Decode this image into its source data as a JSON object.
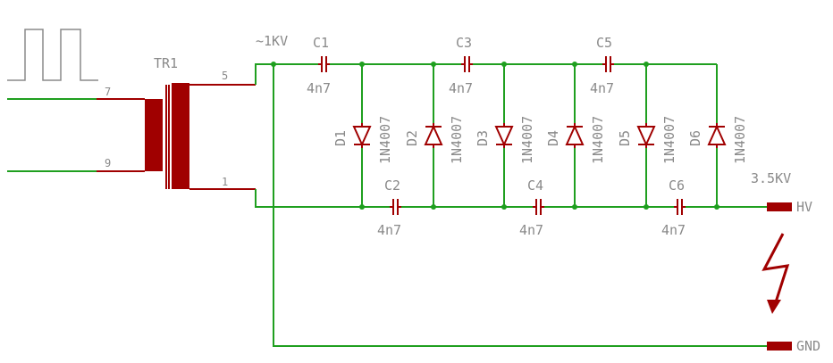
{
  "colors": {
    "wire": "#1f9f1f",
    "part": "#a00000",
    "junction": "#1f9f1f",
    "text": "#8a8a8a"
  },
  "transformer": {
    "name": "TR1",
    "pins": [
      "7",
      "9",
      "5",
      "1"
    ]
  },
  "input_label": "~1KV",
  "capacitors": [
    {
      "name": "C1",
      "value": "4n7"
    },
    {
      "name": "C2",
      "value": "4n7"
    },
    {
      "name": "C3",
      "value": "4n7"
    },
    {
      "name": "C4",
      "value": "4n7"
    },
    {
      "name": "C5",
      "value": "4n7"
    },
    {
      "name": "C6",
      "value": "4n7"
    }
  ],
  "diodes": [
    {
      "name": "D1",
      "part": "1N4007"
    },
    {
      "name": "D2",
      "part": "1N4007"
    },
    {
      "name": "D3",
      "part": "1N4007"
    },
    {
      "name": "D4",
      "part": "1N4007"
    },
    {
      "name": "D5",
      "part": "1N4007"
    },
    {
      "name": "D6",
      "part": "1N4007"
    }
  ],
  "output": {
    "voltage": "3.5KV",
    "hv_label": "HV",
    "gnd_label": "GND"
  },
  "icons": [
    "square-wave-icon",
    "lightning-bolt-icon"
  ]
}
